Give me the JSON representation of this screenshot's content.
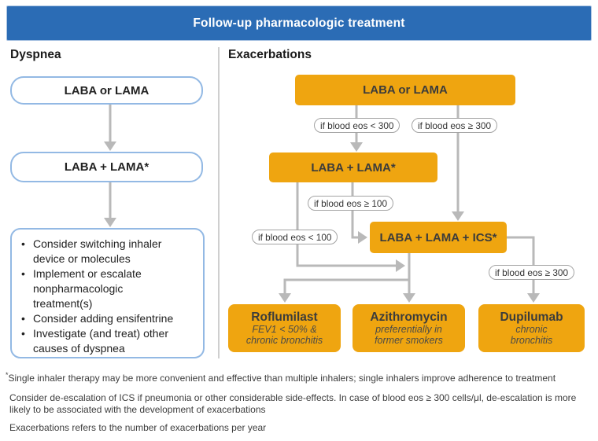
{
  "title": "Follow-up pharmacologic treatment",
  "dyspnea": {
    "heading": "Dyspnea",
    "step1": "LABA or LAMA",
    "step2": "LABA + LAMA*",
    "bullets": [
      "Consider switching inhaler device or molecules",
      "Implement or escalate nonpharmacologic treatment(s)",
      "Consider adding ensifentrine",
      "Investigate (and treat) other causes of dyspnea"
    ]
  },
  "exacerbations": {
    "heading": "Exacerbations",
    "step1": "LABA or LAMA",
    "step2": "LABA + LAMA*",
    "step3": "LABA + LAMA + ICS*",
    "conditions": {
      "lt300": "if blood eos < 300",
      "ge300": "if blood eos ≥ 300",
      "ge100": "if blood eos ≥ 100",
      "lt100": "if blood eos < 100",
      "ge300_right": "if blood eos ≥ 300"
    },
    "outcomes": [
      {
        "name": "Roflumilast",
        "detail_lines": [
          "FEV1 < 50% &",
          "chronic bronchitis"
        ]
      },
      {
        "name": "Azithromycin",
        "detail_lines": [
          "preferentially in",
          "former smokers"
        ]
      },
      {
        "name": "Dupilumab",
        "detail_lines": [
          "chronic",
          "bronchitis"
        ]
      }
    ]
  },
  "footnotes": [
    {
      "marker": "*",
      "text": "Single inhaler therapy may be more convenient and effective than multiple inhalers; single inhalers improve adherence to treatment"
    },
    {
      "marker": "",
      "text": "Consider de-escalation of ICS if pneumonia or other considerable side-effects. In case of blood eos ≥ 300 cells/μl, de-escalation is more likely to be associated with the development of exacerbations"
    },
    {
      "marker": "",
      "text": "Exacerbations refers to the number of exacerbations per year"
    }
  ],
  "colors": {
    "header_blue": "#2b6cb5",
    "node_orange": "#efa510",
    "blue_box_border": "#93b9e4",
    "arrow_gray": "#b9b9b9",
    "divider_gray": "#cfcfcf"
  }
}
